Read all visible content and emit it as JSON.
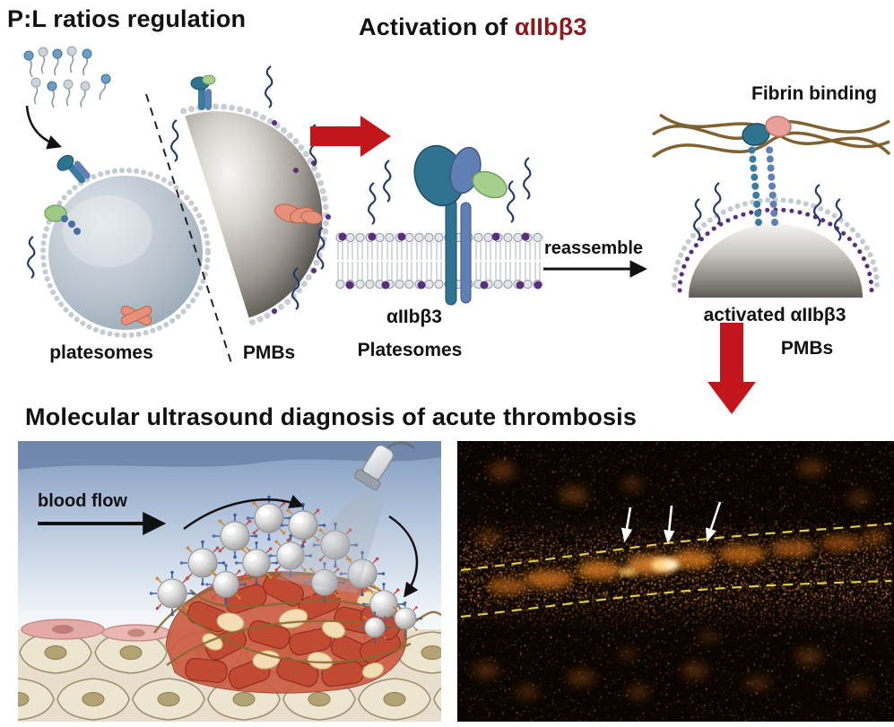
{
  "titles": {
    "pl_ratios": "P:L ratios regulation",
    "activation_prefix": "Activation of ",
    "activation_target": "αIIbβ3",
    "ultrasound_diagnosis": "Molecular ultrasound diagnosis of acute thrombosis"
  },
  "panel_top_left": {
    "platesomes_label": "platesomes",
    "pmbs_label": "PMBs"
  },
  "panel_top_middle": {
    "integrin_label": "αIIbβ3",
    "platesomes_label": "Platesomes",
    "reassemble_label": "reassemble"
  },
  "panel_top_right": {
    "fibrin_binding_label": "Fibrin binding",
    "activated_integrin_label": "activated αIIbβ3",
    "pmbs_label": "PMBs"
  },
  "panel_bottom_left": {
    "blood_flow_label": "blood flow"
  },
  "colors": {
    "accent_red": "#c3161c",
    "activation_maroon": "#8a1a1f",
    "fibrin_brown": "#7a5a26",
    "speckle_orange": "#e58a2e",
    "vessel_dashed_yellow": "#e8d44a"
  }
}
